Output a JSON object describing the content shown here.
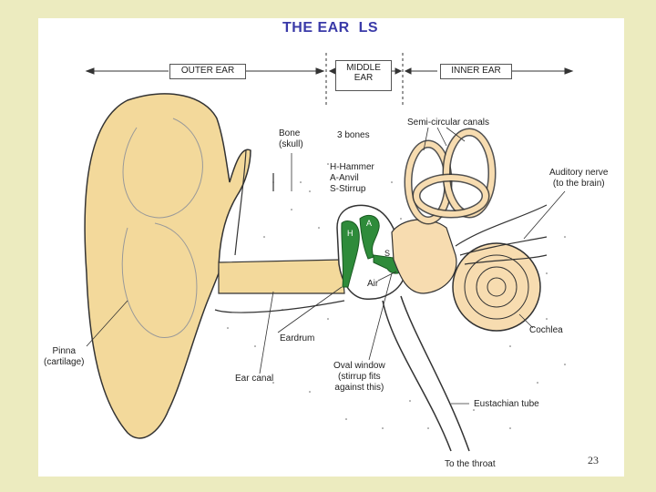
{
  "title": "THE EAR  LS",
  "sections": {
    "outer": "OUTER EAR",
    "middle": "MIDDLE\nEAR",
    "inner": "INNER EAR"
  },
  "labels": {
    "bone": "Bone\n(skull)",
    "three_bones": "3 bones",
    "bones_list": "H-Hammer\nA-Anvil\nS-Stirrup",
    "semicircular": "Semi-circular canals",
    "auditory_nerve": "Auditory nerve\n(to the brain)",
    "pinna": "Pinna\n(cartilage)",
    "eardrum": "Eardrum",
    "ear_canal": "Ear canal",
    "oval_window": "Oval window\n(stirrup fits\nagainst this)",
    "eustachian": "Eustachian tube",
    "cochlea": "Cochlea",
    "air": "Air",
    "throat": "To the throat",
    "h": "H",
    "a": "A",
    "s": "S"
  },
  "page_number": "23",
  "colors": {
    "background": "#ecebbf",
    "title": "#3a3aa8",
    "ear": "#f3d99b",
    "inner_ear": "#f7dcb0",
    "bones": "#2e8b3a"
  }
}
